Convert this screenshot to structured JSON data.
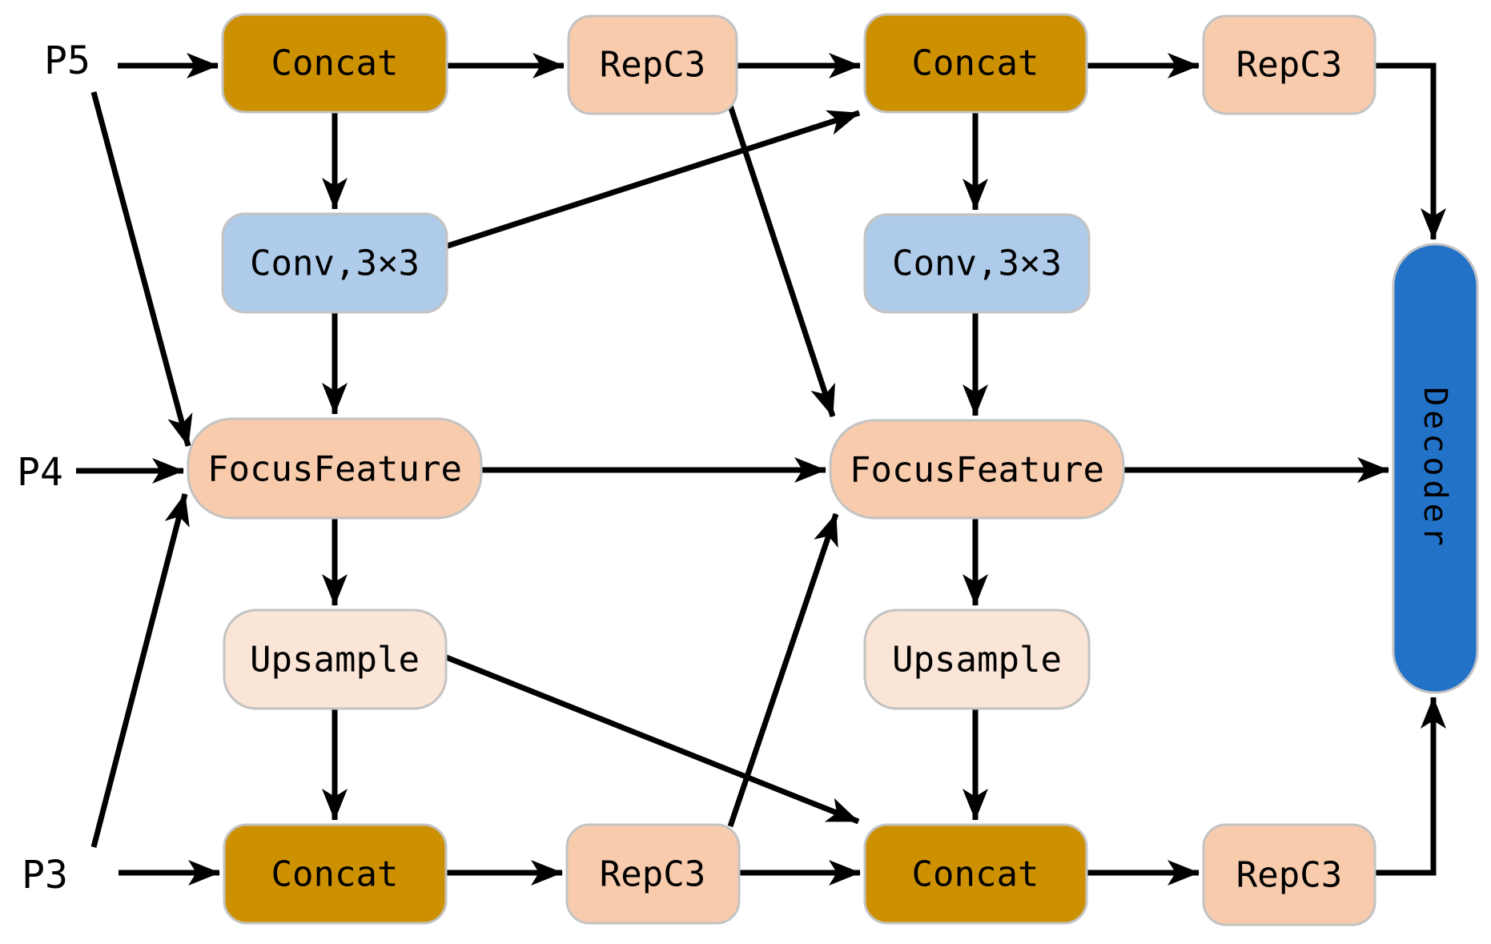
{
  "diagram": {
    "inputs": [
      {
        "id": "p5",
        "label": "P5"
      },
      {
        "id": "p4",
        "label": "P4"
      },
      {
        "id": "p3",
        "label": "P3"
      }
    ],
    "nodes": [
      {
        "id": "concat-top-left",
        "label": "Concat",
        "type": "concat"
      },
      {
        "id": "repc3-top",
        "label": "RepC3",
        "type": "repc3"
      },
      {
        "id": "concat-top-right",
        "label": "Concat",
        "type": "concat"
      },
      {
        "id": "repc3-top-right",
        "label": "RepC3",
        "type": "repc3"
      },
      {
        "id": "conv-3x3-left",
        "label": "Conv,3×3",
        "type": "conv"
      },
      {
        "id": "conv-3x3-right",
        "label": "Conv,3×3",
        "type": "conv"
      },
      {
        "id": "focusfeature-left",
        "label": "FocusFeature",
        "type": "focusfeature"
      },
      {
        "id": "focusfeature-right",
        "label": "FocusFeature",
        "type": "focusfeature"
      },
      {
        "id": "upsample-left",
        "label": "Upsample",
        "type": "upsample"
      },
      {
        "id": "upsample-right",
        "label": "Upsample",
        "type": "upsample"
      },
      {
        "id": "concat-bottom-left",
        "label": "Concat",
        "type": "concat"
      },
      {
        "id": "repc3-bottom",
        "label": "RepC3",
        "type": "repc3"
      },
      {
        "id": "concat-bottom-right",
        "label": "Concat",
        "type": "concat"
      },
      {
        "id": "repc3-bottom-right",
        "label": "RepC3",
        "type": "repc3"
      },
      {
        "id": "decoder",
        "label": "Decoder",
        "type": "decoder"
      }
    ],
    "colors": {
      "concat": "#CD9000",
      "repc3": "#F8CBAD",
      "focusfeature": "#F8CBAD",
      "conv": "#AECBEA",
      "upsample": "#FBE5D6",
      "decoder": "#2272C8",
      "arrow": "#000000",
      "border": "#C3C3C3"
    },
    "edges": [
      {
        "from": "P5",
        "to": "concat-top-left"
      },
      {
        "from": "concat-top-left",
        "to": "repc3-top"
      },
      {
        "from": "repc3-top",
        "to": "concat-top-right"
      },
      {
        "from": "concat-top-right",
        "to": "repc3-top-right"
      },
      {
        "from": "repc3-top-right",
        "to": "decoder"
      },
      {
        "from": "concat-top-left",
        "to": "conv-3x3-left"
      },
      {
        "from": "conv-3x3-left",
        "to": "focusfeature-left"
      },
      {
        "from": "conv-3x3-left",
        "to": "concat-top-right"
      },
      {
        "from": "P5",
        "to": "focusfeature-left"
      },
      {
        "from": "P4",
        "to": "focusfeature-left"
      },
      {
        "from": "P3",
        "to": "focusfeature-left"
      },
      {
        "from": "focusfeature-left",
        "to": "focusfeature-right"
      },
      {
        "from": "focusfeature-left",
        "to": "upsample-left"
      },
      {
        "from": "upsample-left",
        "to": "concat-bottom-left"
      },
      {
        "from": "upsample-left",
        "to": "concat-bottom-right"
      },
      {
        "from": "P3",
        "to": "concat-bottom-left"
      },
      {
        "from": "concat-bottom-left",
        "to": "repc3-bottom"
      },
      {
        "from": "repc3-bottom",
        "to": "concat-bottom-right"
      },
      {
        "from": "repc3-bottom",
        "to": "focusfeature-right"
      },
      {
        "from": "repc3-top",
        "to": "focusfeature-right"
      },
      {
        "from": "concat-top-right",
        "to": "conv-3x3-right"
      },
      {
        "from": "conv-3x3-right",
        "to": "focusfeature-right"
      },
      {
        "from": "focusfeature-right",
        "to": "upsample-right"
      },
      {
        "from": "upsample-right",
        "to": "concat-bottom-right"
      },
      {
        "from": "concat-bottom-right",
        "to": "repc3-bottom-right"
      },
      {
        "from": "repc3-bottom-right",
        "to": "decoder"
      },
      {
        "from": "focusfeature-right",
        "to": "decoder"
      }
    ]
  }
}
